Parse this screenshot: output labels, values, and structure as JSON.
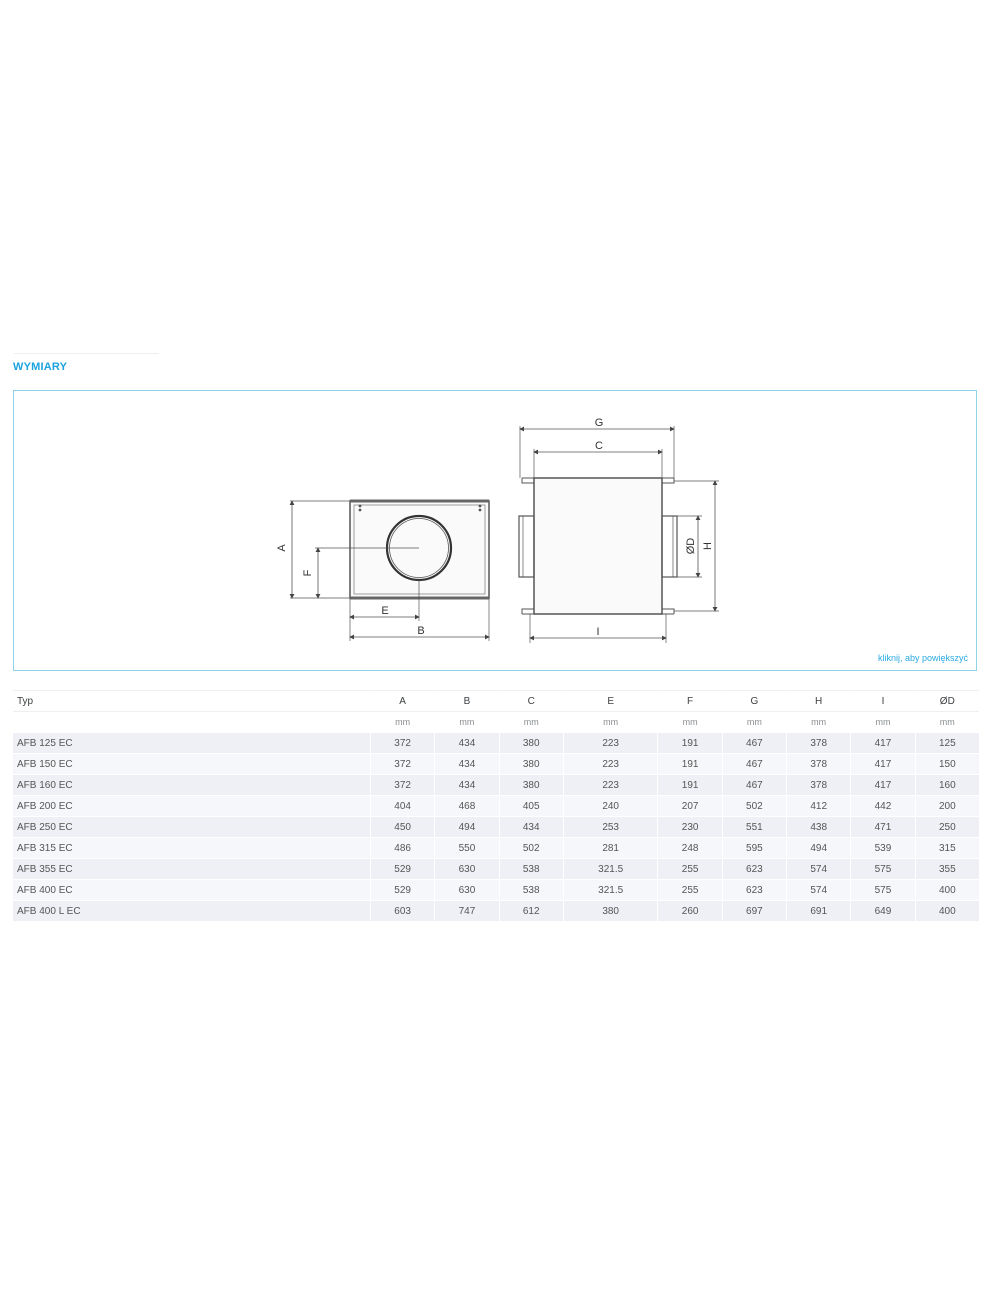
{
  "section": {
    "title": "WYMIARY"
  },
  "figure": {
    "zoom_link": "kliknij, aby powiększyć",
    "labels": {
      "A": "A",
      "B": "B",
      "C": "C",
      "E": "E",
      "F": "F",
      "G": "G",
      "H": "H",
      "I": "I",
      "OD": "ØD"
    }
  },
  "table": {
    "headers": [
      "Typ",
      "A",
      "B",
      "C",
      "E",
      "F",
      "G",
      "H",
      "I",
      "ØD"
    ],
    "units": [
      "",
      "mm",
      "mm",
      "mm",
      "mm",
      "mm",
      "mm",
      "mm",
      "mm",
      "mm"
    ],
    "rows": [
      [
        "AFB 125 EC",
        "372",
        "434",
        "380",
        "223",
        "191",
        "467",
        "378",
        "417",
        "125"
      ],
      [
        "AFB 150 EC",
        "372",
        "434",
        "380",
        "223",
        "191",
        "467",
        "378",
        "417",
        "150"
      ],
      [
        "AFB 160 EC",
        "372",
        "434",
        "380",
        "223",
        "191",
        "467",
        "378",
        "417",
        "160"
      ],
      [
        "AFB 200 EC",
        "404",
        "468",
        "405",
        "240",
        "207",
        "502",
        "412",
        "442",
        "200"
      ],
      [
        "AFB 250 EC",
        "450",
        "494",
        "434",
        "253",
        "230",
        "551",
        "438",
        "471",
        "250"
      ],
      [
        "AFB 315 EC",
        "486",
        "550",
        "502",
        "281",
        "248",
        "595",
        "494",
        "539",
        "315"
      ],
      [
        "AFB 355 EC",
        "529",
        "630",
        "538",
        "321.5",
        "255",
        "623",
        "574",
        "575",
        "355"
      ],
      [
        "AFB 400 EC",
        "529",
        "630",
        "538",
        "321.5",
        "255",
        "623",
        "574",
        "575",
        "400"
      ],
      [
        "AFB 400 L EC",
        "603",
        "747",
        "612",
        "380",
        "260",
        "697",
        "691",
        "649",
        "400"
      ]
    ]
  }
}
